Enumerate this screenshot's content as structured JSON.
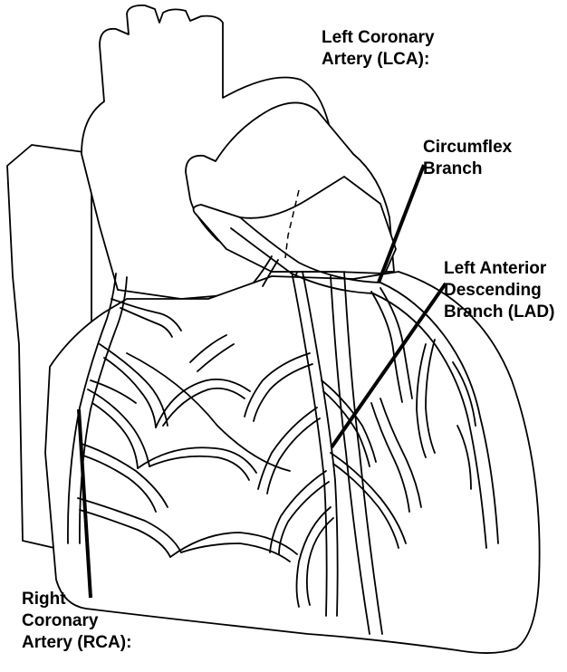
{
  "labels": {
    "lca": [
      "Left Coronary",
      "Artery (LCA):"
    ],
    "circumflex": [
      "Circumflex",
      "Branch"
    ],
    "lad": [
      "Left Anterior",
      "Descending",
      "Branch (LAD)"
    ],
    "rca": [
      "Right",
      "Coronary",
      "Artery (RCA):"
    ]
  },
  "colors": {
    "stroke": "#000000",
    "fill": "#ffffff"
  }
}
